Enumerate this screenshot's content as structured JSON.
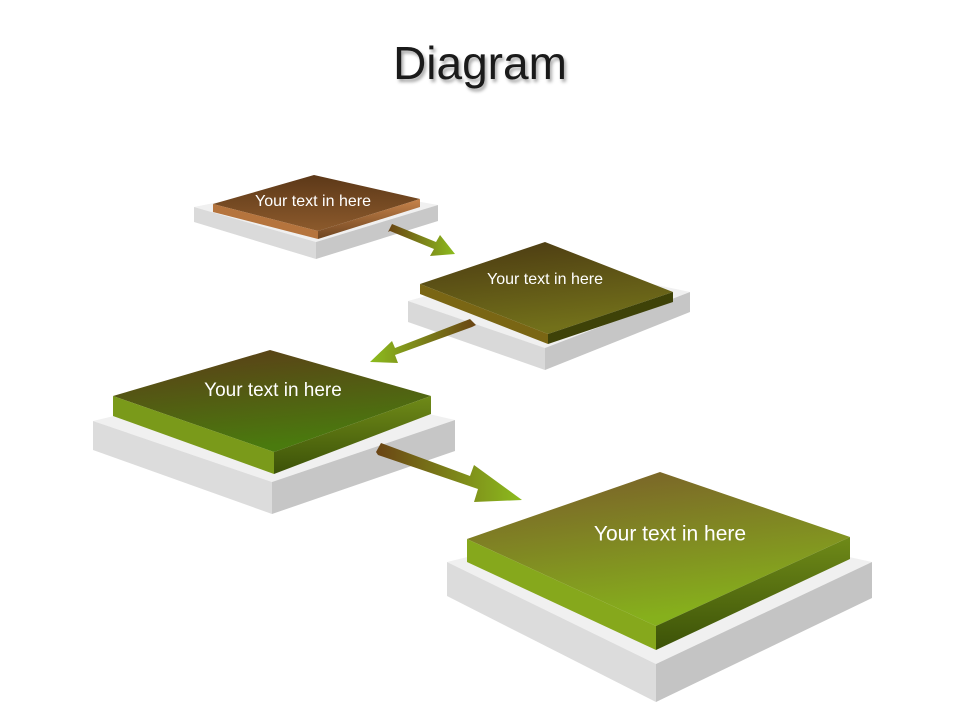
{
  "slide": {
    "title": "Diagram"
  },
  "boxes": [
    {
      "label": "Your text in here"
    },
    {
      "label": "Your text in here"
    },
    {
      "label": "Your text in here"
    },
    {
      "label": "Your text in here"
    }
  ],
  "colors": {
    "box1_top": "#5e3a1c",
    "box1_bottom": "#8a5a2e",
    "box2_top": "#4e4310",
    "box2_bottom": "#6f6a18",
    "box3_top": "#5a3f18",
    "box3_bottom": "#4f7a10",
    "box4_top": "#7a6a24",
    "box4_bottom": "#7eaa1c",
    "arrow_start": "#5a3a12",
    "arrow_end": "#8ab81c",
    "pedestal": "#e6e6e6"
  }
}
